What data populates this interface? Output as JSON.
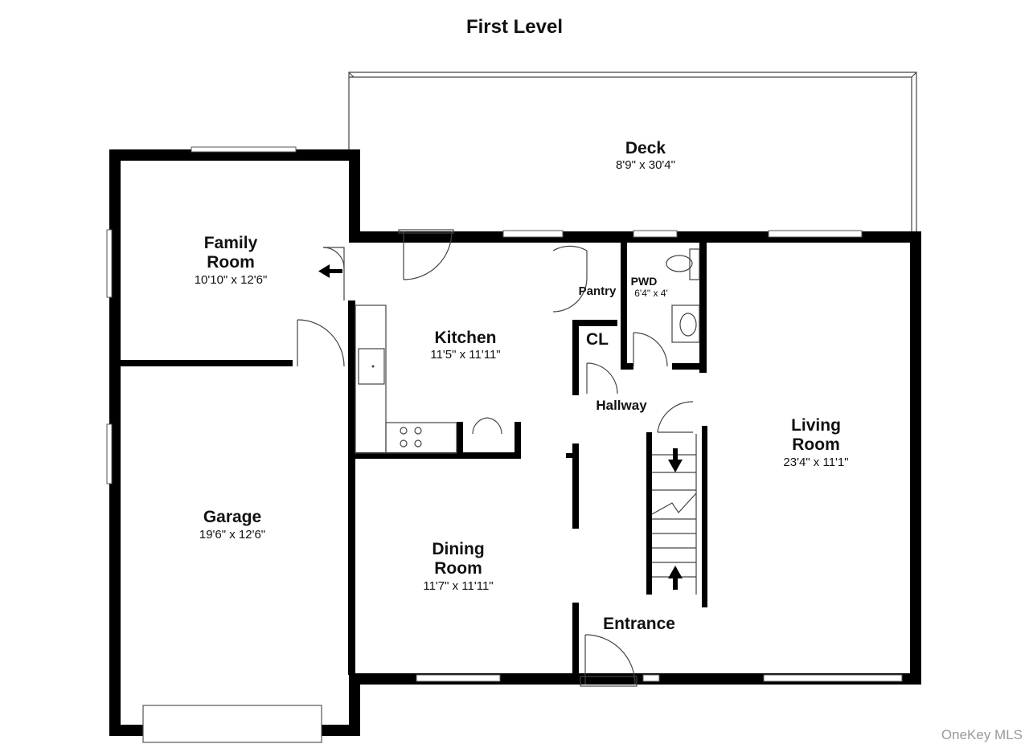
{
  "title": "First Level",
  "watermark": "OneKey MLS",
  "rooms": {
    "deck": {
      "name": "Deck",
      "dims": "8'9\" x 30'4\""
    },
    "family_room": {
      "name_line1": "Family",
      "name_line2": "Room",
      "dims": "10'10\" x 12'6\""
    },
    "kitchen": {
      "name": "Kitchen",
      "dims": "11'5\" x 11'11\""
    },
    "pantry": {
      "name": "Pantry"
    },
    "pwd": {
      "name": "PWD",
      "dims": "6'4\" x 4'"
    },
    "cl": {
      "name": "CL"
    },
    "hallway": {
      "name": "Hallway"
    },
    "living_room": {
      "name_line1": "Living",
      "name_line2": "Room",
      "dims": "23'4\" x 11'1\""
    },
    "garage": {
      "name": "Garage",
      "dims": "19'6\" x 12'6\""
    },
    "dining_room": {
      "name_line1": "Dining",
      "name_line2": "Room",
      "dims": "11'7\" x 11'11\""
    },
    "entrance": {
      "name": "Entrance"
    }
  }
}
